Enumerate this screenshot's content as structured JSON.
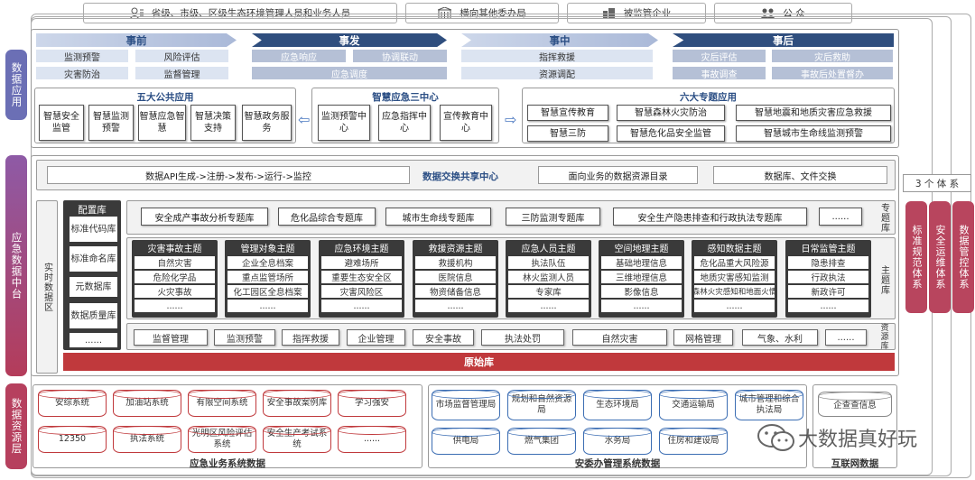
{
  "users": [
    {
      "label": "省级、市级、区级生态环境管理人员和业务人员",
      "icon": "staff-icon"
    },
    {
      "label": "横向其他委办局",
      "icon": "building-icon"
    },
    {
      "label": "被监管企业",
      "icon": "factory-icon"
    },
    {
      "label": "公  众",
      "icon": "people-icon"
    }
  ],
  "side_labels": {
    "data_app": "数据应用",
    "data_platform": "应急数据中台",
    "data_resource": "数据资源层"
  },
  "phases": [
    {
      "title": "事前",
      "items": [
        "监测预警",
        "风险评估",
        "灾害防治",
        "监督管理"
      ]
    },
    {
      "title": "事发",
      "items": [
        "应急响应",
        "协调联动",
        "应急调度"
      ]
    },
    {
      "title": "事中",
      "items": [
        "指挥救援",
        "资源调配"
      ]
    },
    {
      "title": "事后",
      "items": [
        "灾后评估",
        "灾后救助",
        "事故调查",
        "事故后处置督办"
      ]
    }
  ],
  "five_apps": {
    "title": "五大公共应用",
    "items": [
      "智慧安全监管",
      "智慧监测预警",
      "智慧应急智慧",
      "智慧决策支持",
      "智慧政务服务"
    ]
  },
  "three_centers": {
    "title": "智慧应急三中心",
    "items": [
      "监测预警中心",
      "应急指挥中心",
      "宣传教育中心"
    ]
  },
  "six_apps": {
    "title": "六大专题应用",
    "items": [
      "智慧宣传教育",
      "智慧森林火灾防治",
      "智慧地震和地质灾害应急救援",
      "智慧三防",
      "智慧危化品安全监管",
      "智慧城市生命线监测预警"
    ]
  },
  "exchange": {
    "pipeline": "数据API生成->注册->发布->运行->监控",
    "title": "数据交换共享中心",
    "catalog": "面向业务的数据资源目录",
    "db": "数据库、文件交换"
  },
  "realtime": "实时数据区",
  "config": {
    "title": "配置库",
    "items": [
      "标准代码库",
      "标准命名库",
      "元数据库",
      "数据质量库",
      "......"
    ]
  },
  "special": {
    "label": "专题库",
    "items": [
      "安全成产事故分析专题库",
      "危化品综合专题库",
      "城市生命线专题库",
      "三防监测专题库",
      "安全生产隐患排查和行政执法专题库",
      "......"
    ]
  },
  "topics": {
    "label": "主题库",
    "items": [
      {
        "title": "灾害事故主题",
        "rows": [
          "自然灾害",
          "危险化学品",
          "火灾事故",
          "......"
        ]
      },
      {
        "title": "管理对象主题",
        "rows": [
          "企业全息档案",
          "重点监管场所",
          "化工园区全息档案",
          "......"
        ]
      },
      {
        "title": "应急环境主题",
        "rows": [
          "避难场所",
          "重要生态安全区",
          "灾害风险区",
          "......"
        ]
      },
      {
        "title": "救援资源主题",
        "rows": [
          "救援机构",
          "医院信息",
          "物资储备信息",
          "......"
        ]
      },
      {
        "title": "应急人员主题",
        "rows": [
          "执法队伍",
          "林火监测人员",
          "专家库",
          "......"
        ]
      },
      {
        "title": "空间地理主题",
        "rows": [
          "基础地理信息",
          "三维地理信息",
          "影像信息",
          "......"
        ]
      },
      {
        "title": "感知数据主题",
        "rows": [
          "危化品重大风险源",
          "地质灾害感知监测",
          "森林火灾感知和地面火情",
          "......"
        ]
      },
      {
        "title": "日常监管主题",
        "rows": [
          "隐患排查",
          "行政执法",
          "新政许可",
          "......"
        ]
      }
    ]
  },
  "resources": {
    "label": "资源库",
    "items": [
      "监督管理",
      "监测预警",
      "指挥救援",
      "企业管理",
      "安全事故",
      "执法处罚",
      "自然灾害",
      "网格管理",
      "气象、水利",
      "......"
    ]
  },
  "raw": "原始库",
  "emergency_systems": {
    "title": "应急业务系统数据",
    "items": [
      "安综系统",
      "加油站系统",
      "有限空间系统",
      "安全事故案例库",
      "学习强安",
      "12350",
      "执法系统",
      "光明区风险评估系统",
      "安全生产考试系统",
      "......"
    ]
  },
  "safety_office": {
    "title": "安委办管理系统数据",
    "items": [
      "市场监督管理局",
      "规划和自然资源局",
      "生态环境局",
      "交通运输局",
      "城市管理和综合执法局",
      "供电局",
      "燃气集团",
      "水务局",
      "住房和建设局"
    ]
  },
  "internet": {
    "title": "互联网数据",
    "items": [
      "企查查信息"
    ]
  },
  "systems": {
    "header": "3 个 体 系",
    "items": [
      "标准规范体系",
      "安全运维体系",
      "数据管控体系"
    ]
  },
  "watermark": "大数据真好玩",
  "colors": {
    "accent_blue": "#2c4f85",
    "dark_red": "#c0393c",
    "side_blue": "#5a6fb0"
  }
}
